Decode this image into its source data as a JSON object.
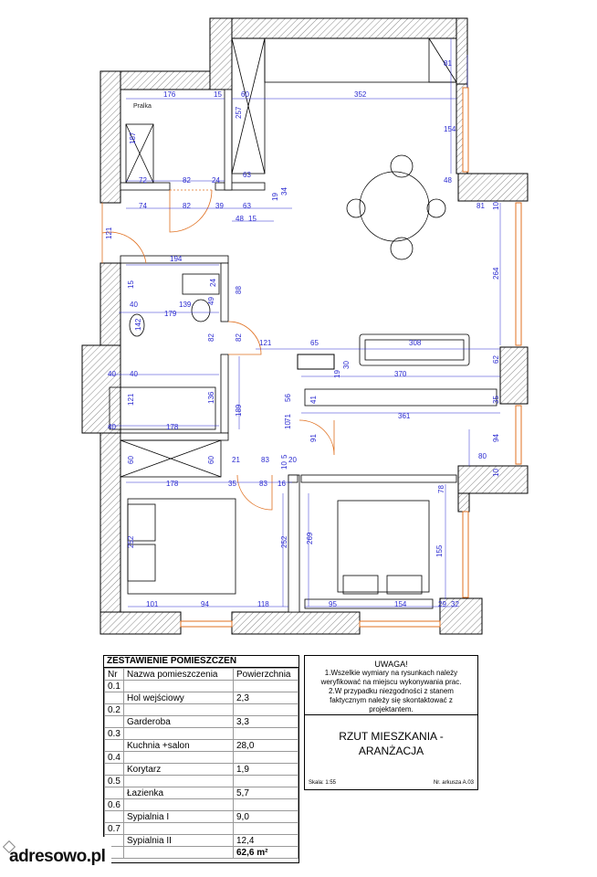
{
  "dimensions": [
    "176",
    "15",
    "60",
    "352",
    "81",
    "154",
    "48",
    "257",
    "Pralka",
    "187",
    "72",
    "82",
    "24",
    "63",
    "74",
    "82",
    "39",
    "63",
    "19",
    "34",
    "48",
    "15",
    "81",
    "10",
    "121",
    "194",
    "15",
    "24",
    "88",
    "264",
    "40",
    "139",
    "49",
    "179",
    "142",
    "82",
    "82",
    "121",
    "65",
    "308",
    "40",
    "40",
    "19",
    "30",
    "370",
    "62",
    "136",
    "121",
    "189",
    "56",
    "41",
    "35",
    "361",
    "71",
    "10",
    "40",
    "178",
    "91",
    "94",
    "60",
    "60",
    "21",
    "83",
    "5",
    "10",
    "20",
    "80",
    "10",
    "178",
    "35",
    "83",
    "16",
    "78",
    "252",
    "252",
    "269",
    "155",
    "101",
    "94",
    "118",
    "95",
    "154",
    "29",
    "32"
  ],
  "legend": {
    "title": "ZESTAWIENIE POMIESZCZEŃ",
    "columns": [
      "Nr",
      "Nazwa pomieszczenia",
      "Powierzchnia"
    ],
    "rows": [
      {
        "nr": "0.1",
        "name": "",
        "area": ""
      },
      {
        "nr": "",
        "name": "Hol wejściowy",
        "area": "2,3"
      },
      {
        "nr": "0.2",
        "name": "",
        "area": ""
      },
      {
        "nr": "",
        "name": "Garderoba",
        "area": "3,3"
      },
      {
        "nr": "0.3",
        "name": "",
        "area": ""
      },
      {
        "nr": "",
        "name": "Kuchnia +salon",
        "area": "28,0"
      },
      {
        "nr": "0.4",
        "name": "",
        "area": ""
      },
      {
        "nr": "",
        "name": "Korytarz",
        "area": "1,9"
      },
      {
        "nr": "0.5",
        "name": "",
        "area": ""
      },
      {
        "nr": "",
        "name": "Łazienka",
        "area": "5,7"
      },
      {
        "nr": "0.6",
        "name": "",
        "area": ""
      },
      {
        "nr": "",
        "name": "Sypialnia I",
        "area": "9,0"
      },
      {
        "nr": "0.7",
        "name": "",
        "area": ""
      },
      {
        "nr": "",
        "name": "Sypialnia II",
        "area": "12,4"
      }
    ],
    "total": "62,6 m²"
  },
  "note": {
    "heading": "UWAGA!",
    "lines": [
      "1.Wszelkie wymiary na rysunkach należy",
      "weryfikować na miejscu wykonywania prac.",
      "2.W przypadku niezgodności z stanem",
      "faktycznym należy się skontaktować z",
      "projektantem."
    ],
    "title_line1": "RZUT MIESZKANIA -",
    "title_line2": "ARANŻACJA",
    "scale": "Skala: 1:55",
    "sheet": "Nr. arkusza  A.03"
  },
  "logo": "adresowo.pl",
  "colors": {
    "dimension": "#2a2ad0",
    "door": "#e07020",
    "wall": "#000000"
  }
}
